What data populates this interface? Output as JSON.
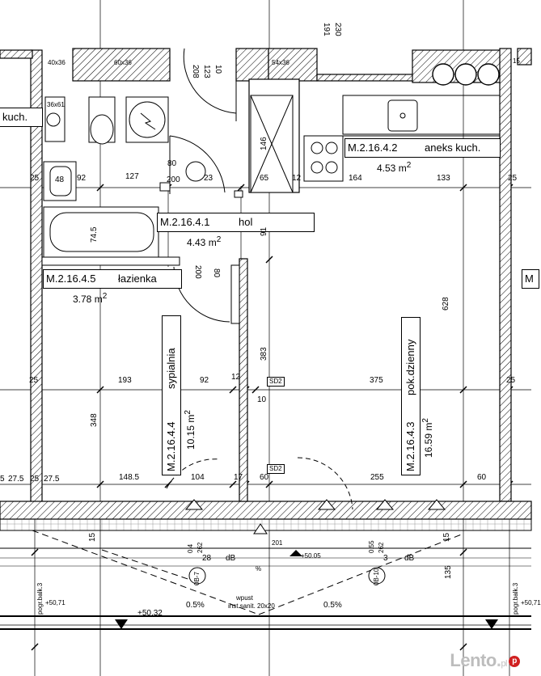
{
  "rooms": {
    "hall": {
      "id": "M.2.16.4.1",
      "name": "hol",
      "area": "4.43 m",
      "sup": "2"
    },
    "kitchen": {
      "id": "M.2.16.4.2",
      "name": "aneks kuch.",
      "area": "4.53 m",
      "sup": "2"
    },
    "living": {
      "id": "M.2.16.4.3",
      "name": "pok.dzienny",
      "area": "16.59 m",
      "sup": "2"
    },
    "bedroom": {
      "id": "M.2.16.4.4",
      "name": "sypialnia",
      "area": "10.15 m",
      "sup": "2"
    },
    "bathroom": {
      "id": "M.2.16.4.5",
      "name": "łazienka",
      "area": "3.78 m",
      "sup": "2"
    }
  },
  "neighbor_labels": {
    "left_kitchen": "kuch.",
    "right_cut": "M"
  },
  "dimensions": {
    "d25a": "25",
    "d92a": "92",
    "d127": "127",
    "d23": "23",
    "d65": "65",
    "d12a": "12",
    "d164": "164",
    "d133": "133",
    "d25b": "25",
    "d80a": "80",
    "d200a": "200",
    "d745": "74.5",
    "d146": "146",
    "d48": "48",
    "d91": "91",
    "d80b": "80",
    "d200b": "200",
    "d628": "628",
    "d383": "383",
    "d25c": "25",
    "d193": "193",
    "d92b": "92",
    "d12b": "12",
    "d375": "375",
    "d25d": "25",
    "d10": "10",
    "d348": "348",
    "d5": "5",
    "d275a": "27.5",
    "d25e": "25",
    "d275b": "27.5",
    "d1485": "148.5",
    "d104": "104",
    "d17": "17",
    "d60a": "60",
    "d255": "255",
    "d60b": "60",
    "d15a": "15",
    "d15b": "15",
    "d135": "135",
    "d28": "28",
    "d3": "3"
  },
  "top_labels": {
    "win40x36": "40x36",
    "win60x36": "60x36",
    "win54x36": "54x36",
    "win36x61": "36x61",
    "t208": "208",
    "t123": "123",
    "t10": "10",
    "t191": "191",
    "t230": "230",
    "t15": "15"
  },
  "markers": {
    "sd2a": "SD2",
    "sd2b": "SD2"
  },
  "balcony": {
    "db_left": "dB",
    "db_right": "dB",
    "level_top": "+50.05",
    "level_bottom": "+50.32",
    "slope_left": "0.5%",
    "slope_right": "0.5%",
    "drain1": "wpust",
    "drain2": "inst.sanit.",
    "drain_size": "20x20",
    "pct_mark": "%",
    "rail_left": "pogr.balk.3",
    "rail_right": "pogr.balk.3",
    "level_left": "+50,71",
    "level_right": "+50,71",
    "sec_left_a": "0.4",
    "sec_left_b": "262",
    "sec_left_c": "0B-7",
    "sec_right_a": "0.55",
    "sec_right_b": "262",
    "sec_right_c": "0B-10",
    "t201": "201"
  },
  "watermark": {
    "brand": "Lento",
    "dot": ".",
    "tld": "pl",
    "badge": "p"
  }
}
